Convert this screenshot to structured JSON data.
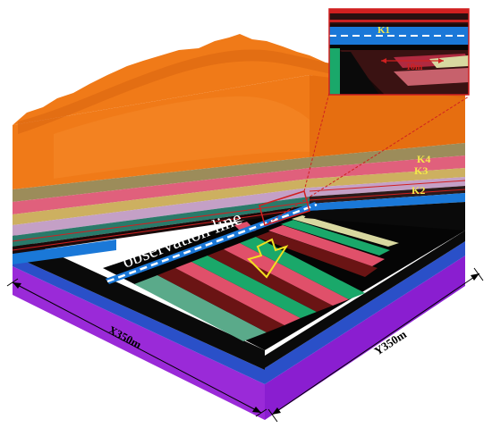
{
  "labels": {
    "k1": "K1",
    "k2": "K2",
    "k3": "K3",
    "k4": "K4",
    "observation_line": "observation line",
    "x_dim": "X350m",
    "y_dim": "Y350m",
    "inset_dim": "10m"
  },
  "colors": {
    "terrain": "#f07a18",
    "terrain_shadow": "#d05e08",
    "olive": "#9c8c5a",
    "pink": "#e0607c",
    "gold": "#cdb060",
    "lavender": "#c4a0c6",
    "teal": "#2a7a6a",
    "blue": "#1a78d8",
    "purple": "#9a2ad8",
    "black": "#050505",
    "label_yellow": "#f5e84a",
    "strip_green": "#1aa86a",
    "strip_red": "#e0506a",
    "strip_darkred": "#6a1414",
    "strip_teal_pale": "#5aaa8a",
    "arrow": "#f2e020",
    "inset_frame": "#d02020"
  }
}
